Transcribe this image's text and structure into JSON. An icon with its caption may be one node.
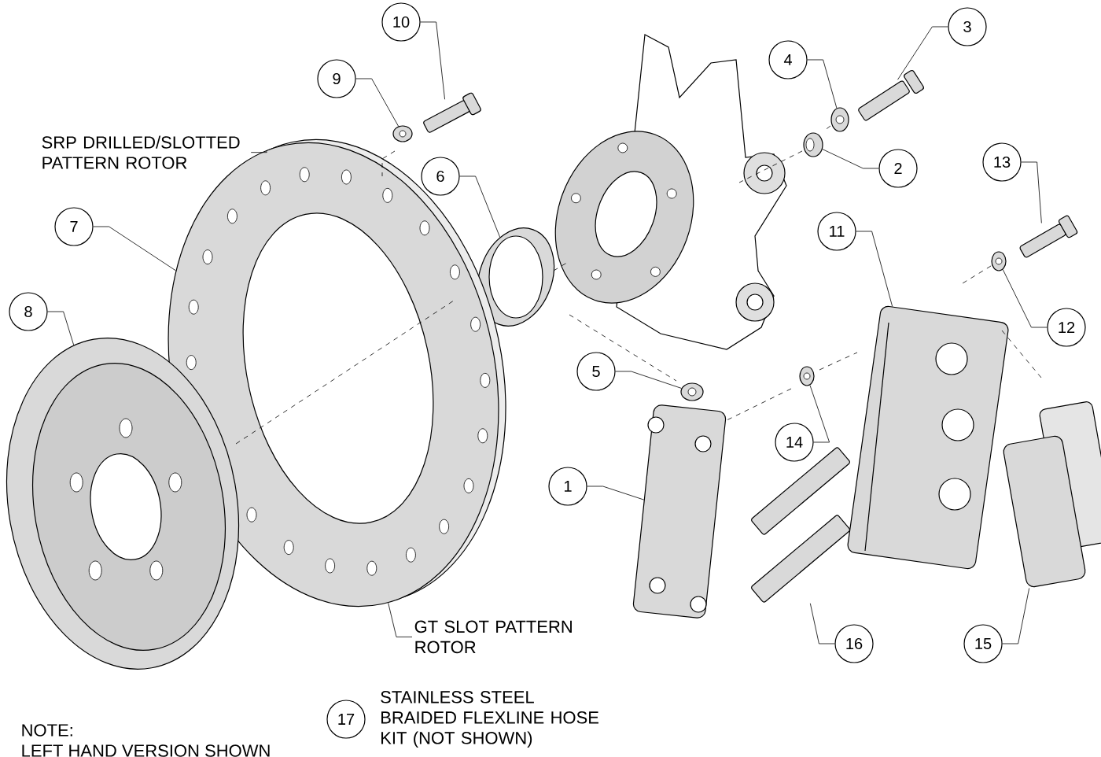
{
  "diagram": {
    "nodes": [
      {
        "text": [
          "1"
        ]
      },
      {
        "text": [
          "2"
        ]
      },
      {
        "text": [
          "3"
        ]
      },
      {
        "text": [
          "4"
        ]
      },
      {
        "text": [
          "5"
        ]
      },
      {
        "text": [
          "6"
        ]
      },
      {
        "text": [
          "7"
        ]
      },
      {
        "text": [
          "8"
        ]
      },
      {
        "text": [
          "9"
        ]
      },
      {
        "text": [
          "10"
        ]
      },
      {
        "text": [
          "11"
        ]
      },
      {
        "text": [
          "12"
        ]
      },
      {
        "text": [
          "13"
        ]
      },
      {
        "text": [
          "14"
        ]
      },
      {
        "text": [
          "15"
        ]
      },
      {
        "text": [
          "16"
        ]
      },
      {
        "text": [
          "17"
        ],
        "beside": [
          "STAINLESS STEEL BRAIDED FLEXLINE HOSE KIT (NOT SHOWN)"
        ]
      },
      {
        "text": [
          "SRP DRILLED/SLOTTED PATTERN ROTOR"
        ]
      },
      {
        "text": [
          "GT SLOT PATTERN ROTOR"
        ]
      },
      {
        "text": [],
        "shape": "picture"
      },
      {
        "text": [],
        "shape": "picture"
      },
      {
        "text": [],
        "shape": "picture"
      },
      {
        "text": [],
        "shape": "picture"
      },
      {
        "text": [],
        "shape": "picture"
      },
      {
        "text": [],
        "shape": "picture"
      },
      {
        "text": [],
        "shape": "picture"
      },
      {
        "text": [],
        "shape": "picture"
      },
      {
        "text": [],
        "shape": "picture"
      },
      {
        "text": [],
        "shape": "picture"
      },
      {
        "text": [],
        "shape": "picture"
      },
      {
        "text": [],
        "shape": "picture"
      },
      {
        "text": [],
        "shape": "picture"
      },
      {
        "text": [],
        "shape": "picture"
      },
      {
        "text": [],
        "shape": "picture"
      },
      {
        "text": [],
        "shape": "picture"
      }
    ],
    "edges": [
      {
        "from": 0,
        "to": 19,
        "arrow": "none"
      },
      {
        "from": 1,
        "to": 20,
        "arrow": "none"
      },
      {
        "from": 2,
        "to": 21,
        "arrow": "none"
      },
      {
        "from": 3,
        "to": 22,
        "arrow": "none"
      },
      {
        "from": 4,
        "to": 23,
        "arrow": "none"
      },
      {
        "from": 5,
        "to": 24,
        "arrow": "none"
      },
      {
        "from": 6,
        "to": 25,
        "arrow": "none"
      },
      {
        "from": 7,
        "to": 26,
        "arrow": "none"
      },
      {
        "from": 8,
        "to": 27,
        "arrow": "none"
      },
      {
        "from": 9,
        "to": 28,
        "arrow": "none"
      },
      {
        "from": 10,
        "to": 29,
        "arrow": "none"
      },
      {
        "from": 11,
        "to": 30,
        "arrow": "none"
      },
      {
        "from": 12,
        "to": 31,
        "arrow": "none"
      },
      {
        "from": 13,
        "to": 32,
        "arrow": "none"
      },
      {
        "from": 14,
        "to": 33,
        "arrow": "none"
      },
      {
        "from": 15,
        "to": 34,
        "arrow": "none"
      },
      {
        "from": 17,
        "to": 25,
        "arrow": "none"
      },
      {
        "from": 18,
        "to": 25,
        "arrow": "none"
      }
    ],
    "labels": [
      "NOTE:",
      "LEFT HAND VERSION SHOWN"
    ]
  }
}
